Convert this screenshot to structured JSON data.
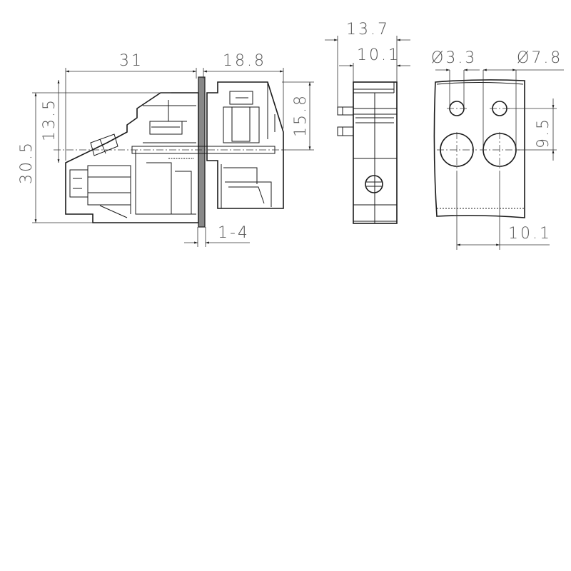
{
  "side_view": {
    "dim_width_left": "31",
    "dim_width_right": "18.8",
    "dim_height_total": "30.5",
    "dim_height_upper": "13.5",
    "dim_height_right": "15.8",
    "dim_panel_thickness": "1-4"
  },
  "front_view": {
    "dim_overall_width": "13.7",
    "dim_body_width": "10.1"
  },
  "panel_cutout": {
    "dim_small_hole": "Ø3.3",
    "dim_large_hole": "Ø7.8",
    "dim_vertical_spacing": "9.5",
    "dim_horizontal_spacing": "10.1"
  },
  "colors": {
    "line": "#1a1a1a",
    "background": "#ffffff"
  }
}
